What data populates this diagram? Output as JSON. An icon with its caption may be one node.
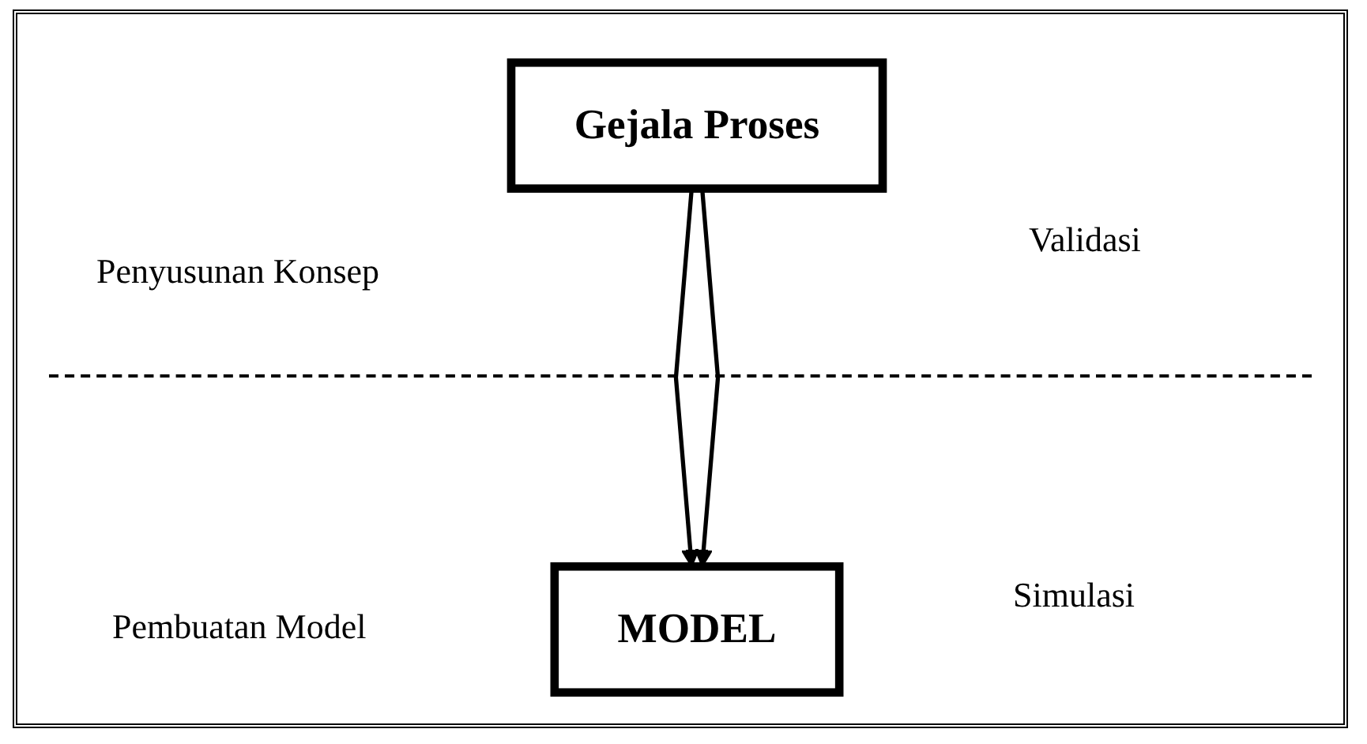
{
  "diagram": {
    "nodes": [
      {
        "text": [
          "Gejala Proses"
        ]
      },
      {
        "text": [
          "MODEL"
        ]
      }
    ],
    "edges": [
      {
        "from": 0,
        "to": 1,
        "arrow": "to"
      },
      {
        "from": 0,
        "to": 1,
        "arrow": "to"
      }
    ],
    "labels": [
      "Penyusunan Konsep",
      "Validasi",
      "Pembuatan Model",
      "Simulasi"
    ]
  }
}
